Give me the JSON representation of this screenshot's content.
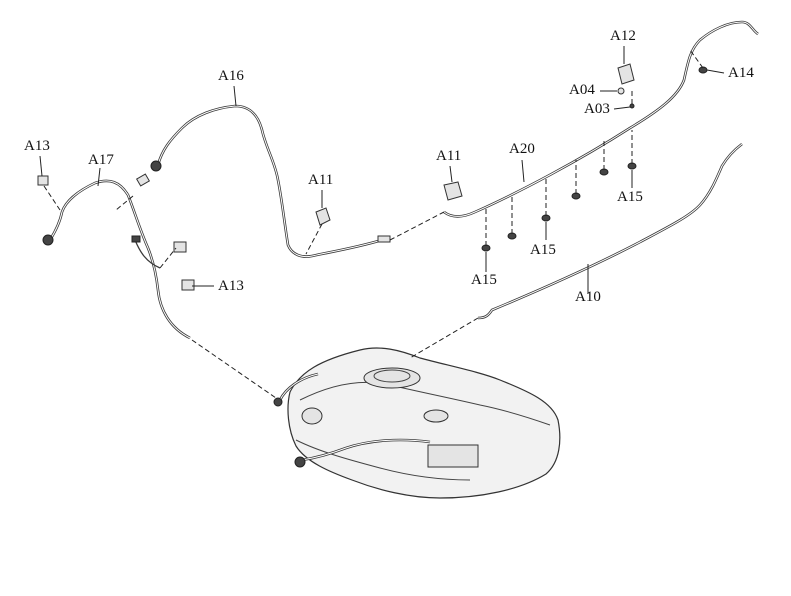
{
  "callouts": {
    "a13_top": "A13",
    "a17": "A17",
    "a16": "A16",
    "a11_left": "A11",
    "a13_bottom": "A13",
    "a11_right": "A11",
    "a20": "A20",
    "a12": "A12",
    "a04": "A04",
    "a03": "A03",
    "a14": "A14",
    "a15_right": "A15",
    "a15_mid": "A15",
    "a15_left": "A15",
    "a10": "A10"
  },
  "colors": {
    "line": "#3a3a3a",
    "background": "#ffffff",
    "part_fill": "#e4e4e4"
  }
}
